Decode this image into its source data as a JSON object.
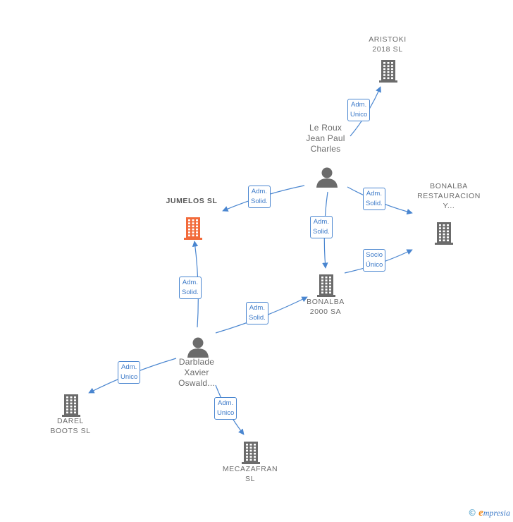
{
  "nodes": {
    "aristoki": {
      "label": "ARISTOKI\n2018  SL",
      "type": "company",
      "icon": "building-icon",
      "color": "#6b6b6b"
    },
    "leroux": {
      "label": "Le Roux\nJean Paul\nCharles",
      "type": "person",
      "icon": "person-icon",
      "color": "#6b6b6b"
    },
    "jumelos": {
      "label": "JUMELOS  SL",
      "type": "company",
      "icon": "building-icon",
      "color": "#f26a3a",
      "focus": true
    },
    "bonalba_rest": {
      "label": "BONALBA\nRESTAURACION\nY...",
      "type": "company",
      "icon": "building-icon",
      "color": "#6b6b6b"
    },
    "bonalba2000": {
      "label": "BONALBA\n2000 SA",
      "type": "company",
      "icon": "building-icon",
      "color": "#6b6b6b"
    },
    "darblade": {
      "label": "Darblade\nXavier\nOswald...",
      "type": "person",
      "icon": "person-icon",
      "color": "#6b6b6b"
    },
    "darel": {
      "label": "DAREL\nBOOTS SL",
      "type": "company",
      "icon": "building-icon",
      "color": "#6b6b6b"
    },
    "mecazafran": {
      "label": "MECAZAFRAN\nSL",
      "type": "company",
      "icon": "building-icon",
      "color": "#6b6b6b"
    }
  },
  "edges": [
    {
      "from": "leroux",
      "to": "aristoki",
      "label": "Adm.\nUnico"
    },
    {
      "from": "leroux",
      "to": "jumelos",
      "label": "Adm.\nSolid."
    },
    {
      "from": "leroux",
      "to": "bonalba_rest",
      "label": "Adm.\nSolid."
    },
    {
      "from": "leroux",
      "to": "bonalba2000",
      "label": "Adm.\nSolid."
    },
    {
      "from": "bonalba2000",
      "to": "bonalba_rest",
      "label": "Socio\nÚnico"
    },
    {
      "from": "darblade",
      "to": "jumelos",
      "label": "Adm.\nSolid."
    },
    {
      "from": "darblade",
      "to": "bonalba2000",
      "label": "Adm.\nSolid."
    },
    {
      "from": "darblade",
      "to": "darel",
      "label": "Adm.\nUnico"
    },
    {
      "from": "darblade",
      "to": "mecazafran",
      "label": "Adm.\nUnico"
    }
  ],
  "colors": {
    "edge": "#4a86d0",
    "company": "#6b6b6b",
    "focus": "#f26a3a"
  },
  "brand": {
    "copyright": "©",
    "initial": "e",
    "name": "mpresia"
  }
}
